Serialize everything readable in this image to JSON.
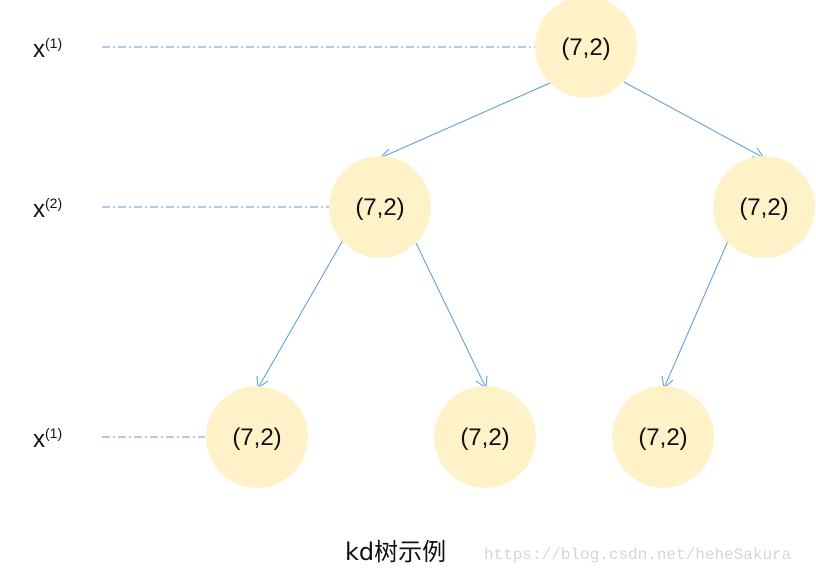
{
  "diagram": {
    "levels": [
      {
        "id": "level-1",
        "base": "x",
        "sup": "(1)"
      },
      {
        "id": "level-2",
        "base": "x",
        "sup": "(2)"
      },
      {
        "id": "level-3",
        "base": "x",
        "sup": "(1)"
      }
    ],
    "nodes": [
      {
        "id": "root",
        "label": "(7,2)"
      },
      {
        "id": "left",
        "label": "(7,2)"
      },
      {
        "id": "right",
        "label": "(7,2)"
      },
      {
        "id": "left-left",
        "label": "(7,2)"
      },
      {
        "id": "left-right",
        "label": "(7,2)"
      },
      {
        "id": "right-left",
        "label": "(7,2)"
      }
    ],
    "edges": [
      {
        "from": "root",
        "to": "left"
      },
      {
        "from": "root",
        "to": "right"
      },
      {
        "from": "left",
        "to": "left-left"
      },
      {
        "from": "left",
        "to": "left-right"
      },
      {
        "from": "right",
        "to": "right-left"
      }
    ],
    "caption": "kd树示例",
    "watermark": "https://blog.csdn.net/heheSakura",
    "colors": {
      "node_fill": "#FFF1C8",
      "line": "#5B9BD5",
      "text": "#111111",
      "watermark": "#d6d6d6"
    }
  }
}
